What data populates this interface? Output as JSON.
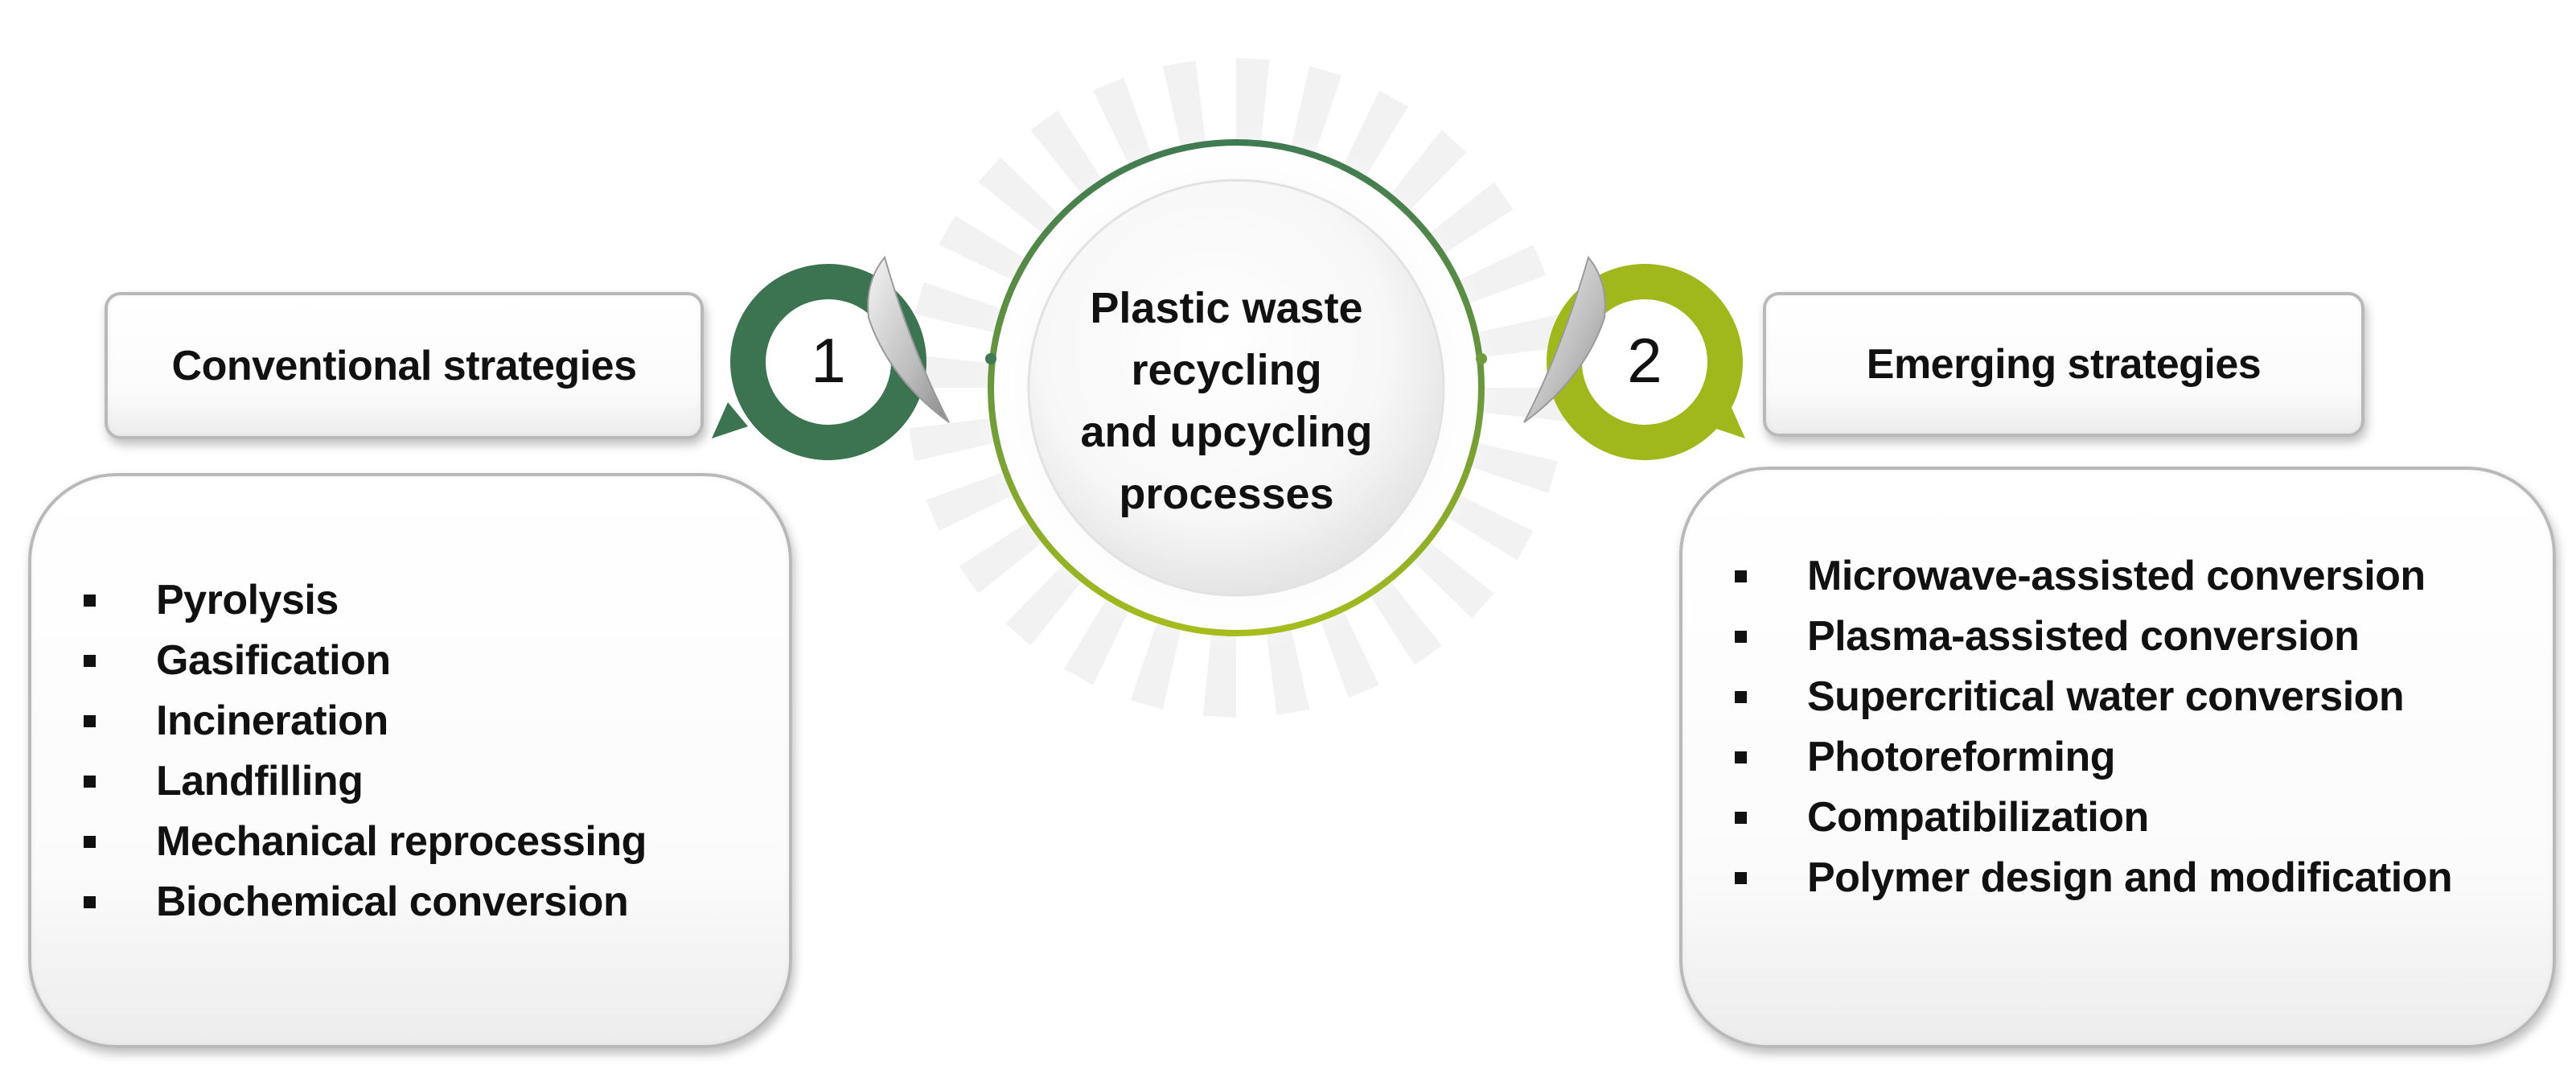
{
  "center": {
    "lines": [
      "Plastic waste",
      "recycling",
      "and upcycling",
      "processes"
    ]
  },
  "left": {
    "number": "1",
    "title": "Conventional strategies",
    "items": [
      "Pyrolysis",
      "Gasification",
      "Incineration",
      "Landfilling",
      "Mechanical reprocessing",
      "Biochemical conversion"
    ]
  },
  "right": {
    "number": "2",
    "title": "Emerging strategies",
    "items": [
      "Microwave-assisted conversion",
      "Plasma-assisted conversion",
      "Supercritical water conversion",
      "Photoreforming",
      "Compatibilization",
      "Polymer design and modification"
    ]
  },
  "colors": {
    "dark_green": "#3c7350",
    "lime_green": "#a0b81c",
    "box_border": "#b9b9b9"
  },
  "icons": {
    "left_badge": "curled-ring-badge-icon",
    "right_badge": "curled-ring-badge-icon",
    "bullet": "square-bullet-icon"
  }
}
